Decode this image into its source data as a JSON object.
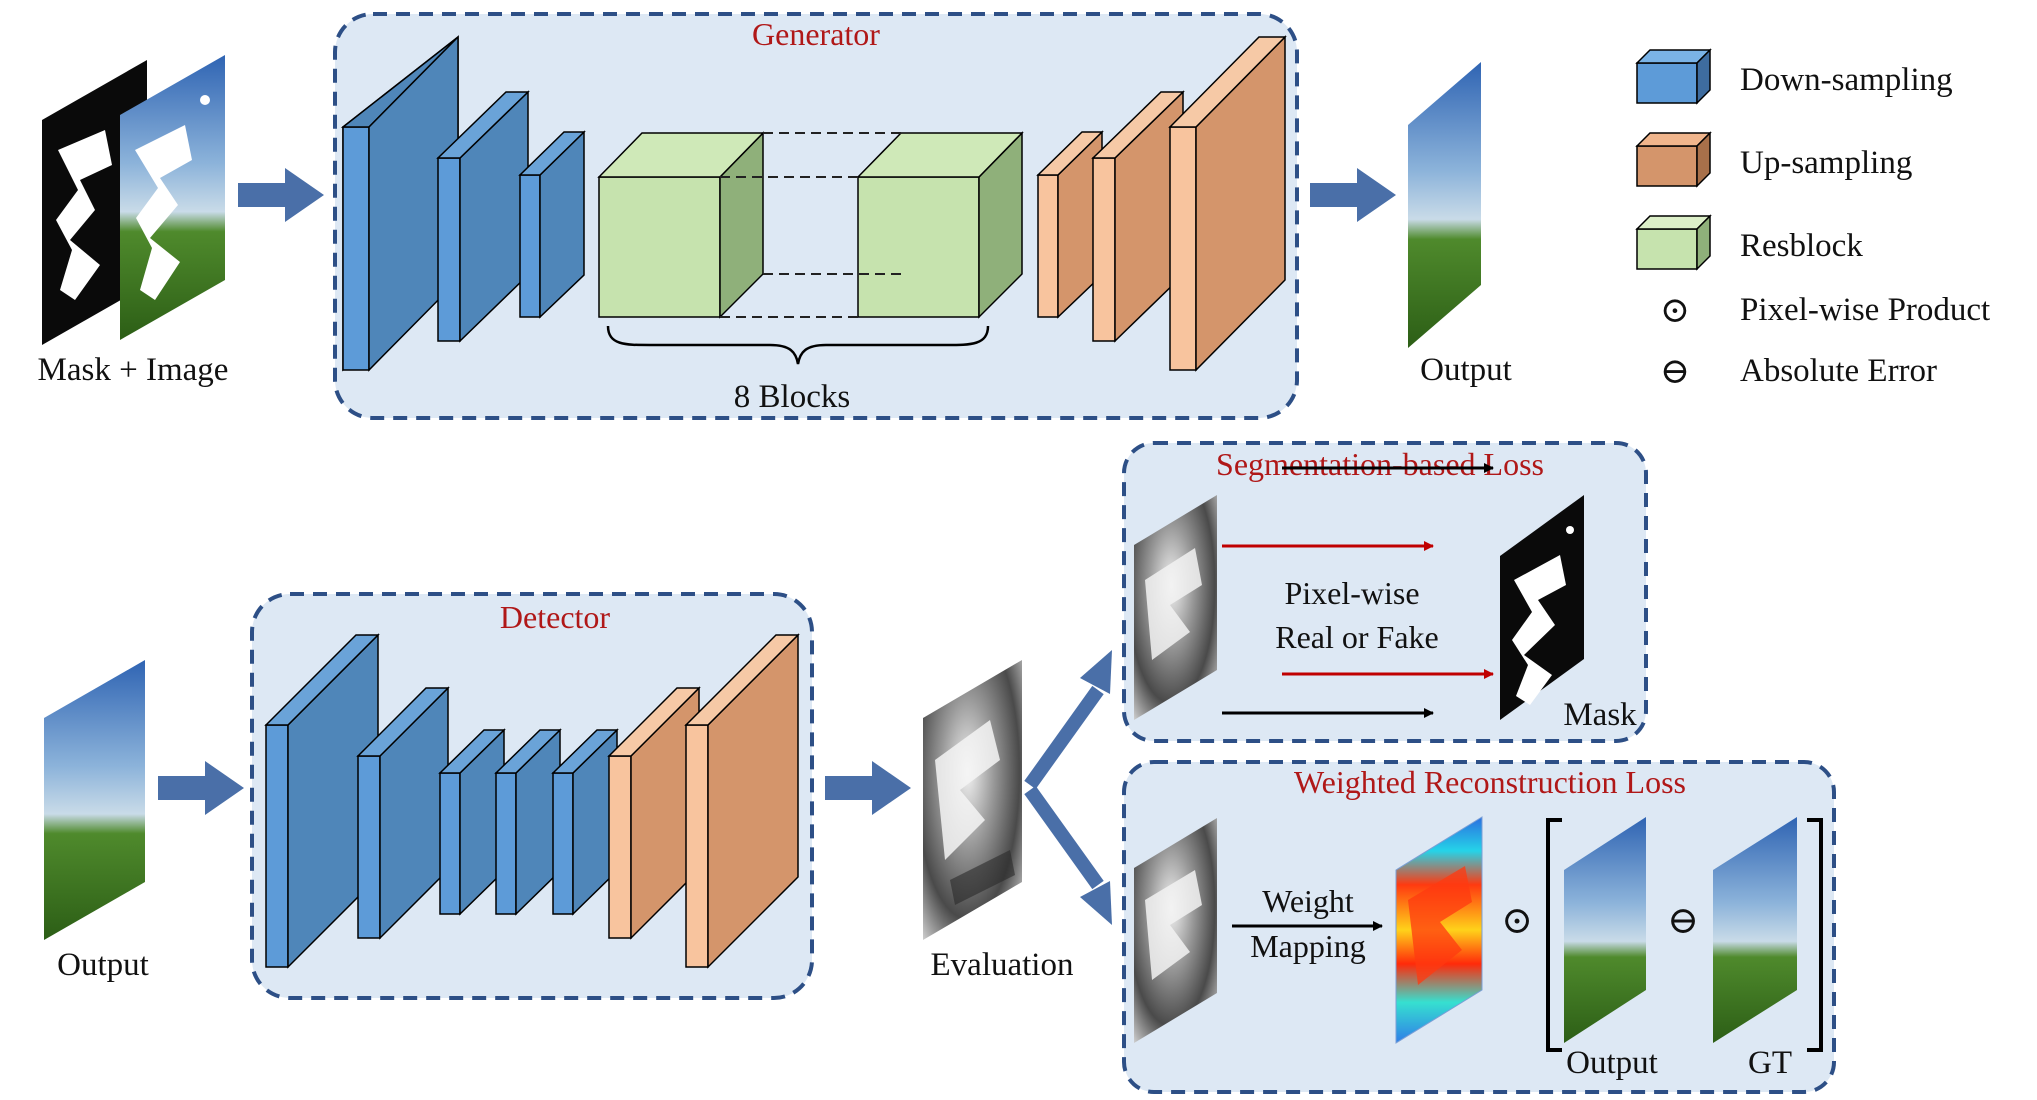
{
  "generator": {
    "title": "Generator",
    "blocks_caption": "8 Blocks"
  },
  "inputs": {
    "mask_image_label": "Mask + Image"
  },
  "generator_output_label": "Output",
  "legend": {
    "items": [
      {
        "label": "Down-sampling",
        "color": "#4f86b9"
      },
      {
        "label": "Up-sampling",
        "color": "#d4956b"
      },
      {
        "label": "Resblock",
        "color": "#c6e3ae"
      }
    ],
    "symbols": [
      {
        "symbol": "⊙",
        "label": "Pixel-wise Product"
      },
      {
        "symbol": "⊖",
        "label": "Absolute Error"
      }
    ]
  },
  "detector": {
    "title": "Detector",
    "input_label": "Output",
    "evaluation_label": "Evaluation"
  },
  "seg_loss": {
    "title": "Segmentation-based Loss",
    "text_line1": "Pixel-wise",
    "text_line2": "Real or Fake",
    "mask_label": "Mask"
  },
  "rec_loss": {
    "title": "Weighted Reconstruction Loss",
    "weight_line1": "Weight",
    "weight_line2": "Mapping",
    "product_symbol": "⊙",
    "error_symbol": "⊖",
    "output_label": "Output",
    "gt_label": "GT"
  },
  "colors": {
    "panel_fill": "#dde8f4",
    "panel_border": "#2d4f86",
    "title_red": "#b01818",
    "arrow_blue": "#4a6fa8",
    "arrow_red": "#c00000"
  }
}
